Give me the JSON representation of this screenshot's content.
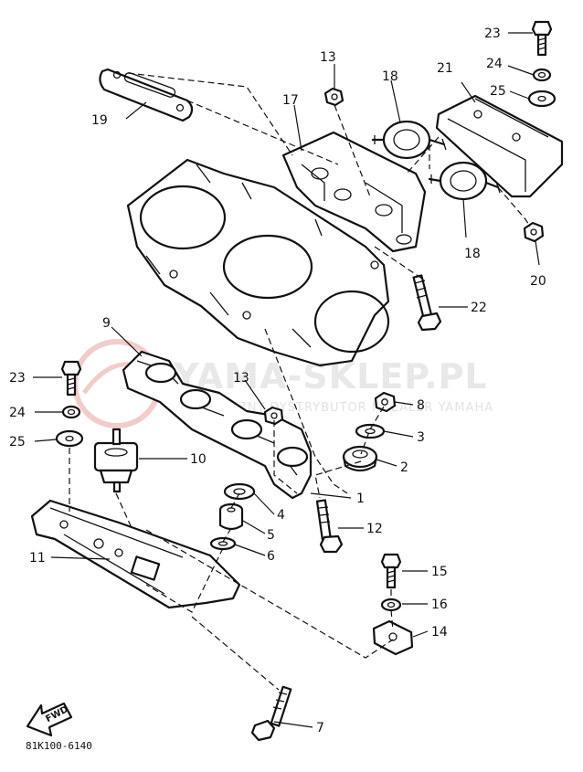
{
  "watermark": {
    "title": "YAMA-SKLEP.PL",
    "subtitle": "WYŁĄCZNY DYSTRYBUTOR I DEALER YAMAHA",
    "logo_color": "#e05a5a"
  },
  "diagram_ref": "81K100-6140",
  "fwd_label": "FWD",
  "callouts": {
    "c1": "1",
    "c2": "2",
    "c3": "3",
    "c4": "4",
    "c5": "5",
    "c6": "6",
    "c7": "7",
    "c8": "8",
    "c9": "9",
    "c10": "10",
    "c11": "11",
    "c12": "12",
    "c13a": "13",
    "c13b": "13",
    "c14": "14",
    "c15": "15",
    "c16": "16",
    "c17": "17",
    "c18a": "18",
    "c18b": "18",
    "c19": "19",
    "c20": "20",
    "c21": "21",
    "c22": "22",
    "c23a": "23",
    "c23b": "23",
    "c24a": "24",
    "c24b": "24",
    "c25a": "25",
    "c25b": "25"
  }
}
